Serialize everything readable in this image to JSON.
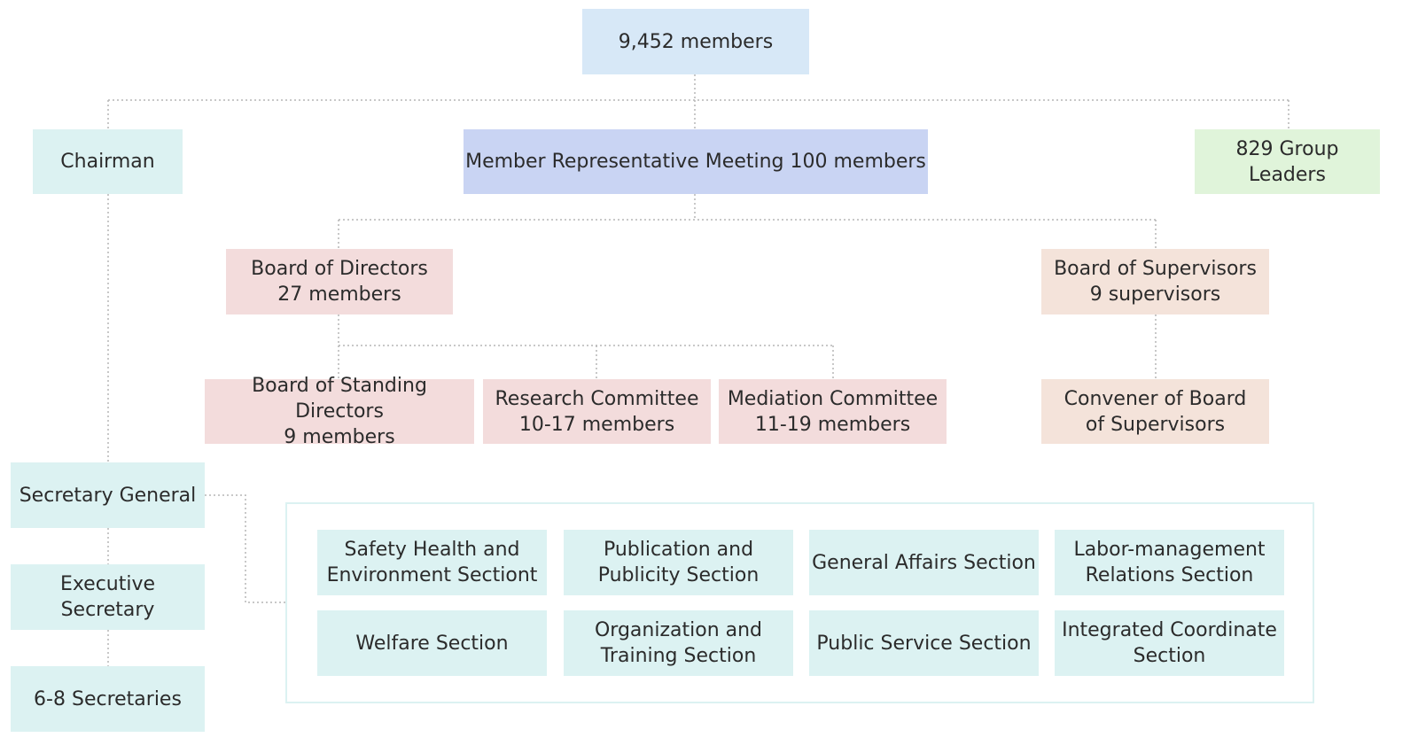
{
  "top": {
    "label": "9,452 members"
  },
  "level1": {
    "chairman": "Chairman",
    "meeting": "Member Representative Meeting 100 members",
    "group_leaders": "829 Group Leaders"
  },
  "boards": {
    "directors": {
      "line1": "Board of Directors",
      "line2": "27 members"
    },
    "supervisors": {
      "line1": "Board of Supervisors",
      "line2": "9 supervisors"
    }
  },
  "committees": {
    "standing": {
      "line1": "Board of Standing Directors",
      "line2": "9 members"
    },
    "research": {
      "line1": "Research Committee",
      "line2": "10-17 members"
    },
    "mediation": {
      "line1": "Mediation Committee",
      "line2": "11-19 members"
    },
    "convener": {
      "line1": "Convener of Board",
      "line2": "of Supervisors"
    }
  },
  "secretariat": {
    "general": "Secretary General",
    "executive": "Executive Secretary",
    "secretaries": "6-8 Secretaries"
  },
  "sections": [
    {
      "line1": "Safety Health and",
      "line2": "Environment Sectiont"
    },
    {
      "line1": "Publication and",
      "line2": "Publicity Section"
    },
    {
      "line1": "General Affairs Section",
      "line2": ""
    },
    {
      "line1": "Labor-management",
      "line2": "Relations Section"
    },
    {
      "line1": "Welfare Section",
      "line2": ""
    },
    {
      "line1": "Organization and",
      "line2": "Training Section"
    },
    {
      "line1": "Public Service Section",
      "line2": ""
    },
    {
      "line1": "Integrated Coordinate",
      "line2": "Section"
    }
  ],
  "colors": {
    "top": "#d7e8f7",
    "meeting": "#c9d4f3",
    "secretariat": "#dcf2f2",
    "group_leaders": "#e0f4da",
    "directors": "#f3dcdc",
    "supervisors": "#f4e3da",
    "connector": "#b5b5b5"
  }
}
